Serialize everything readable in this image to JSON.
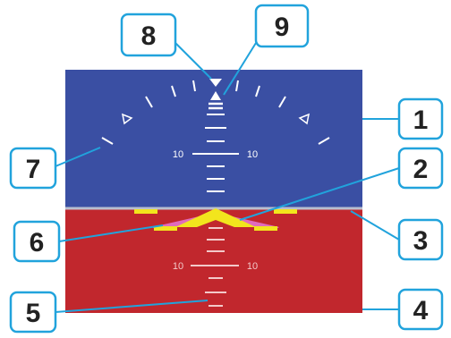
{
  "colors": {
    "sky": "#3a4fa3",
    "ground": "#c1272d",
    "horizon": "#b9bfcf",
    "callout_border": "#21a3dc",
    "aircraft_symbol": "#f2e51d",
    "bank_pointer": "#e06bbd",
    "scale_on_sky": "#ffffff",
    "scale_on_ground": "#f3c9c9"
  },
  "pitch_scale": {
    "upper_left_label": "10",
    "upper_right_label": "10",
    "lower_left_label": "10",
    "lower_right_label": "10"
  },
  "callouts": [
    {
      "number": "1"
    },
    {
      "number": "2"
    },
    {
      "number": "3"
    },
    {
      "number": "4"
    },
    {
      "number": "5"
    },
    {
      "number": "6"
    },
    {
      "number": "7"
    },
    {
      "number": "8"
    },
    {
      "number": "9"
    }
  ],
  "icons": {
    "aircraft_symbol": "yellow-aircraft-wings-icon",
    "bank_pointer": "triangle-pointer-icon",
    "bank_index": "inverted-triangle-icon"
  }
}
